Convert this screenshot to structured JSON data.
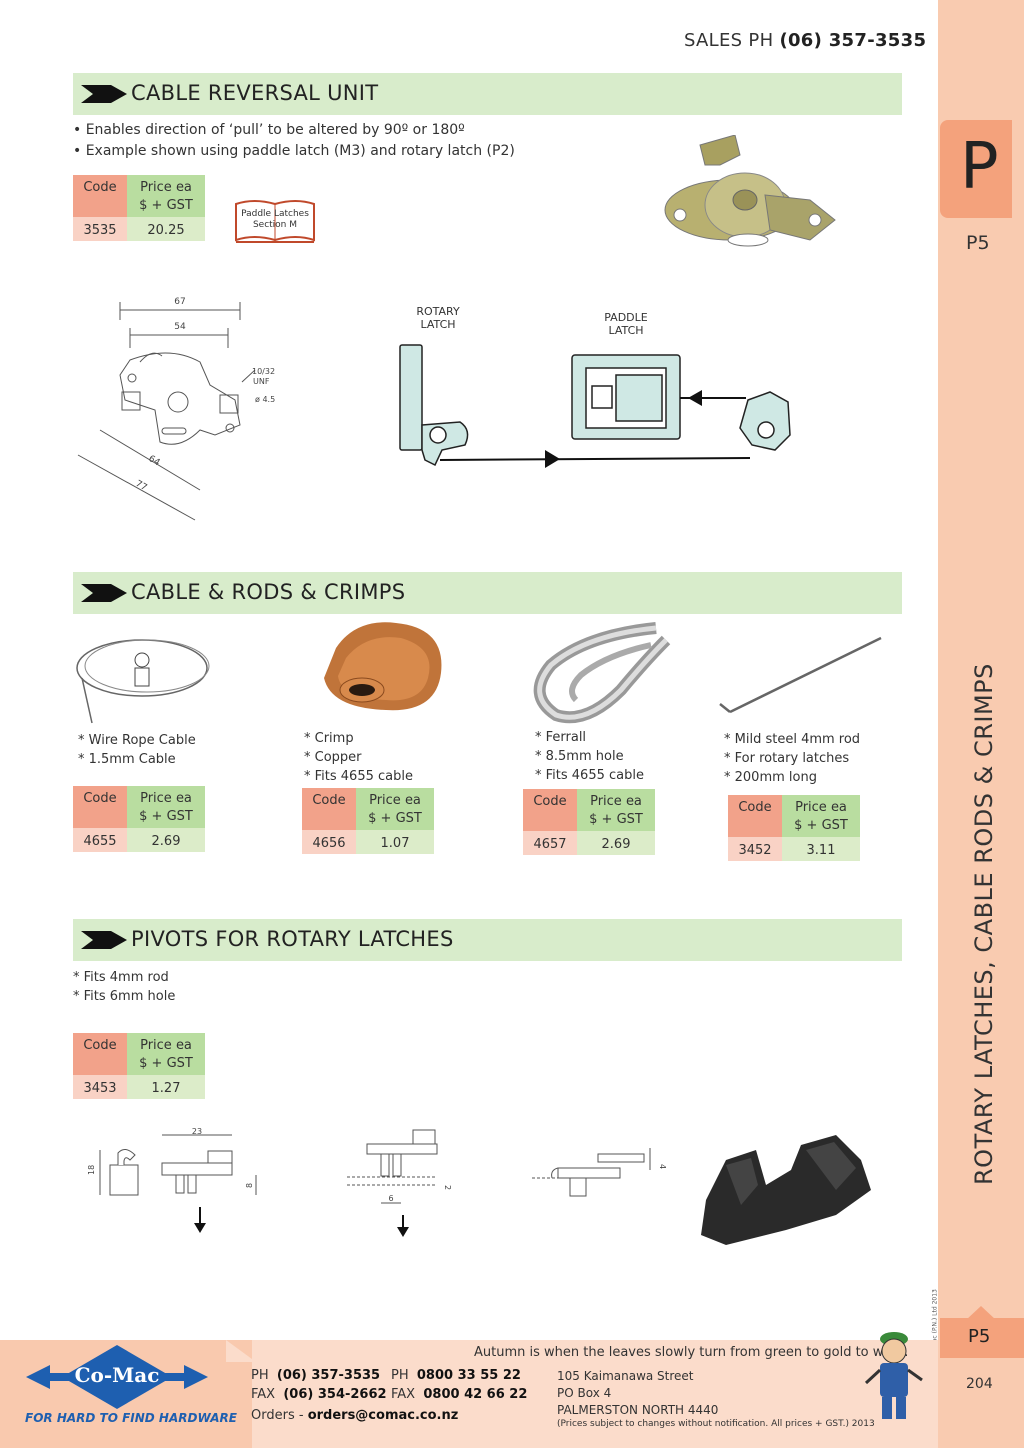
{
  "header": {
    "sales_prefix": "SALES  PH",
    "sales_phone": "(06) 357-3535"
  },
  "sidebar": {
    "section_letter": "P",
    "section_code": "P5",
    "vertical_title": "ROTARY LATCHES, CABLE RODS & CRIMPS",
    "copyright": "© Co-Mac (P.N.) Ltd 2013",
    "bottom_code": "P5",
    "page_number": "204"
  },
  "sections": {
    "reversal": {
      "title": "CABLE REVERSAL UNIT",
      "bullets": [
        "• Enables direction of ‘pull’ to be altered by 90º or 180º",
        "• Example shown using paddle latch (M3) and rotary latch (P2)"
      ],
      "table": {
        "h_code": "Code",
        "h_price1": "Price ea",
        "h_price2": "$ + GST",
        "code": "3535",
        "price": "20.25"
      },
      "book_label1": "Paddle Latches",
      "book_label2": "Section M",
      "dims": {
        "d67": "67",
        "d54": "54",
        "thread1": "10/32",
        "thread2": "UNF",
        "hole": "ø  4.5",
        "d64": "64",
        "d77": "77"
      },
      "labels": {
        "rotary1": "ROTARY",
        "rotary2": "LATCH",
        "paddle1": "PADDLE",
        "paddle2": "LATCH"
      }
    },
    "cable": {
      "title": "CABLE & RODS & CRIMPS",
      "items": [
        {
          "lines": [
            "* Wire Rope Cable",
            "* 1.5mm Cable"
          ],
          "code": "4655",
          "price": "2.69"
        },
        {
          "lines": [
            "* Crimp",
            "* Copper",
            "* Fits 4655 cable"
          ],
          "code": "4656",
          "price": "1.07"
        },
        {
          "lines": [
            "* Ferrall",
            "* 8.5mm hole",
            "* Fits 4655 cable"
          ],
          "code": "4657",
          "price": "2.69"
        },
        {
          "lines": [
            "* Mild steel 4mm rod",
            "* For rotary latches",
            "* 200mm long"
          ],
          "code": "3452",
          "price": "3.11"
        }
      ],
      "h_code": "Code",
      "h_price1": "Price ea",
      "h_price2": "$ + GST"
    },
    "pivots": {
      "title": "PIVOTS FOR ROTARY LATCHES",
      "bullets": [
        "* Fits 4mm rod",
        "* Fits 6mm hole"
      ],
      "table": {
        "h_code": "Code",
        "h_price1": "Price ea",
        "h_price2": "$ + GST",
        "code": "3453",
        "price": "1.27"
      },
      "dims": {
        "d18": "18",
        "d23": "23",
        "d8": "8",
        "d2": "2",
        "d6": "6",
        "d4": "4"
      }
    }
  },
  "footer": {
    "slogan": "Autumn is when the leaves slowly turn from green to gold to work.",
    "brand": "Co-Mac",
    "tagline": "FOR HARD TO FIND HARDWARE",
    "ph_label": "PH",
    "ph": "(06) 357-3535",
    "fax_label": "FAX",
    "fax": "(06) 354-2662",
    "ph2_label": "PH",
    "ph2": "0800 33 55 22",
    "fax2_label": "FAX",
    "fax2": "0800 42 66 22",
    "orders_label": "Orders -",
    "orders": "orders@comac.co.nz",
    "address1": "105 Kaimanawa Street",
    "address2": "PO Box 4",
    "address3": "PALMERSTON NORTH 4440",
    "disclaimer": "(Prices subject to changes without notification.  All prices + GST.)  2013"
  },
  "colors": {
    "sidebar": "#f9cbb0",
    "tab": "#f4a27c",
    "section_bar": "#d8eccb",
    "code_head": "#f2a28a",
    "price_head": "#b9dda0",
    "brand_blue": "#1e5fb0"
  }
}
